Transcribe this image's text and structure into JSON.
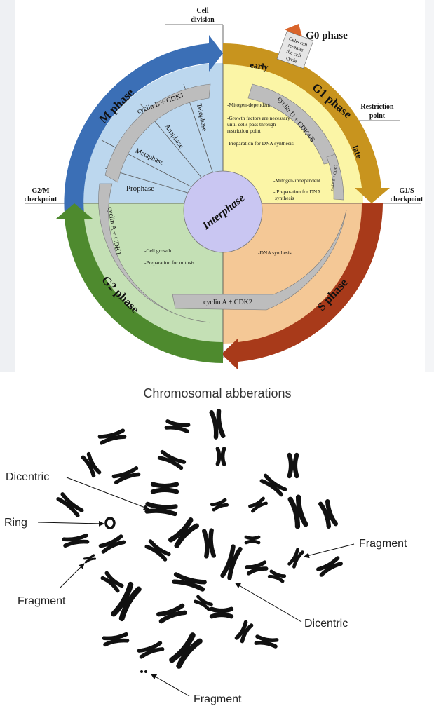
{
  "cell_cycle": {
    "cell_division": [
      "Cell",
      "division"
    ],
    "g0_phase": "G0 phase",
    "g0_note": [
      "Cells can",
      "re-enter",
      "the cell",
      "cycle"
    ],
    "early": "early",
    "late": "late",
    "g1_phase": "G1 phase",
    "s_phase": "S phase",
    "g2_phase": "G2 phase",
    "m_phase": "M phase",
    "restriction_point": [
      "Restriction",
      "point"
    ],
    "g1s_checkpoint": [
      "G1/S",
      "checkpoint"
    ],
    "g2m_checkpoint": [
      "G2/M",
      "checkpoint"
    ],
    "interphase": "Interphase",
    "cyclin_b": "cyclin B + CDK1",
    "cyclin_d": "cyclin D + CDK4/6",
    "cyclin_e": "cyclin E + CDK2",
    "cyclin_a_cdk2": "cyclin A + CDK2",
    "cyclin_a_cdk1": "cyclin A + CDK1",
    "mitosis_stages": [
      "Prophase",
      "Metaphase",
      "Anaphase",
      "Telophase"
    ],
    "g1_text": [
      "-Mitogen-dependent",
      "-Growth factors are necessary",
      "until cells pass through",
      "restriction point",
      "-Preparation for DNA synthesis"
    ],
    "g1_late_text": [
      "-Mitogen-independent",
      "- Preparation for DNA",
      "synthesis"
    ],
    "s_text": "-DNA synthesis",
    "g2_text": [
      "-Cell growth",
      "-Preparation for mitosis"
    ],
    "colors": {
      "m_phase": "#3b6fb6",
      "g1_phase": "#c8941e",
      "s_phase": "#a83a1a",
      "g2_phase": "#4e8a2e",
      "g0": "#d9642b",
      "m_fill": "#bcd7ee",
      "g1_fill": "#fbf5a6",
      "s_fill": "#f4c896",
      "g2_fill": "#c4e0b5",
      "interphase_fill": "#c9c6f2"
    }
  },
  "chromosomes": {
    "title": "Chromosomal abberations",
    "labels": {
      "dicentric_left": "Dicentric",
      "ring": "Ring",
      "fragment_right": "Fragment",
      "fragment_left": "Fragment",
      "dicentric_right": "Dicentric",
      "fragment_bottom": "Fragment"
    }
  }
}
